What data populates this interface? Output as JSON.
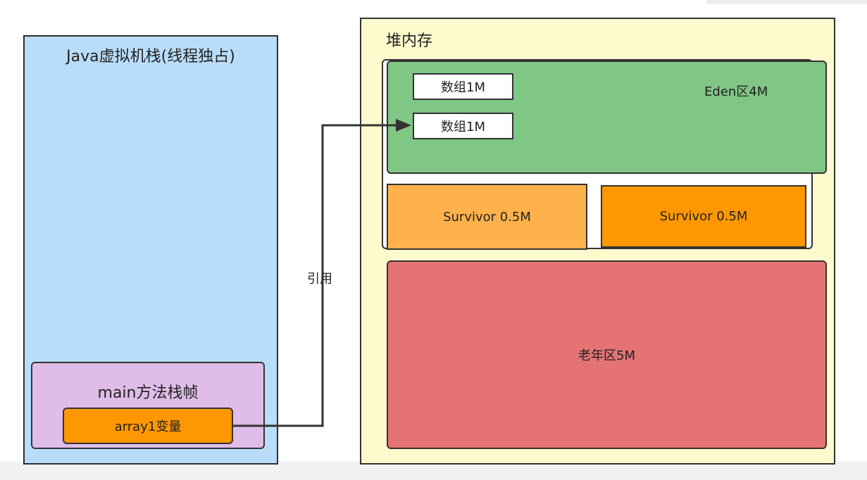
{
  "stack": {
    "title": "Java虚拟机栈(线程独占)"
  },
  "frame": {
    "title": "main方法栈帧",
    "variable": "array1变量"
  },
  "heap": {
    "title": "堆内存",
    "eden": {
      "label": "Eden区4M",
      "arrays": [
        "数组1M",
        "数组1M"
      ]
    },
    "survivors": [
      "Survivor 0.5M",
      "Survivor 0.5M"
    ],
    "old": "老年区5M"
  },
  "reference_label": "引用",
  "colors": {
    "stack": "#b9ddf8",
    "frame": "#e0bde8",
    "variable": "#ff9700",
    "heap": "#fffacd",
    "eden": "#80c684",
    "survivor_1": "#ffb24b",
    "survivor_2": "#ff9700",
    "old": "#e57373"
  }
}
